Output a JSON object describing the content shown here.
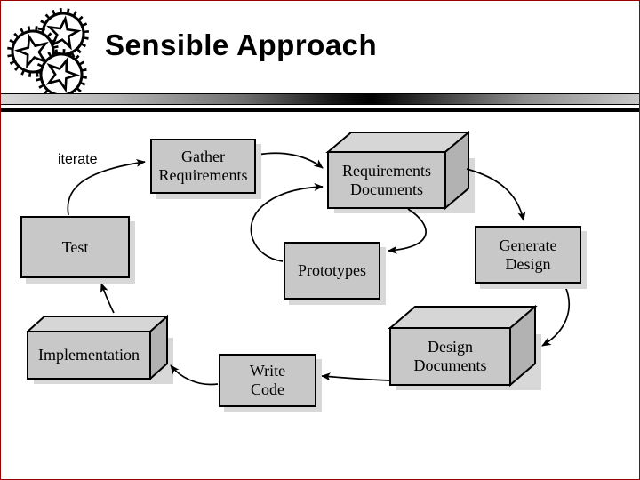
{
  "header": {
    "title": "Sensible Approach",
    "logo": "gears-icon"
  },
  "slide": {
    "background": "#ffffff",
    "frame_color": "#990000"
  },
  "diagram": {
    "type": "cycle-flowchart",
    "nodes": [
      {
        "id": "gather",
        "shape": "rect",
        "line1": "Gather",
        "line2": "Requirements"
      },
      {
        "id": "req_docs",
        "shape": "cuboid",
        "line1": "Requirements",
        "line2": "Documents"
      },
      {
        "id": "generate_design",
        "shape": "rect",
        "line1": "Generate",
        "line2": "Design"
      },
      {
        "id": "test",
        "shape": "rect",
        "line1": "Test"
      },
      {
        "id": "prototypes",
        "shape": "rect",
        "line1": "Prototypes"
      },
      {
        "id": "implementation",
        "shape": "cuboid",
        "line1": "Implementation"
      },
      {
        "id": "write_code",
        "shape": "rect",
        "line1": "Write",
        "line2": "Code"
      },
      {
        "id": "design_docs",
        "shape": "cuboid",
        "line1": "Design",
        "line2": "Documents"
      }
    ],
    "edges": [
      {
        "from": "test",
        "to": "gather",
        "label": "iterate"
      },
      {
        "from": "gather",
        "to": "req_docs"
      },
      {
        "from": "req_docs",
        "to": "generate_design"
      },
      {
        "from": "req_docs",
        "to": "prototypes"
      },
      {
        "from": "prototypes",
        "to": "req_docs"
      },
      {
        "from": "generate_design",
        "to": "design_docs"
      },
      {
        "from": "design_docs",
        "to": "write_code"
      },
      {
        "from": "write_code",
        "to": "implementation"
      },
      {
        "from": "implementation",
        "to": "test"
      }
    ],
    "colors": {
      "box_fill": "#c8c8c8",
      "box_top": "#d6d6d6",
      "box_side": "#b2b2b2",
      "box_border": "#000000",
      "shadow": "#d8d8d8",
      "arrow": "#000000",
      "frame": "#990000"
    }
  }
}
